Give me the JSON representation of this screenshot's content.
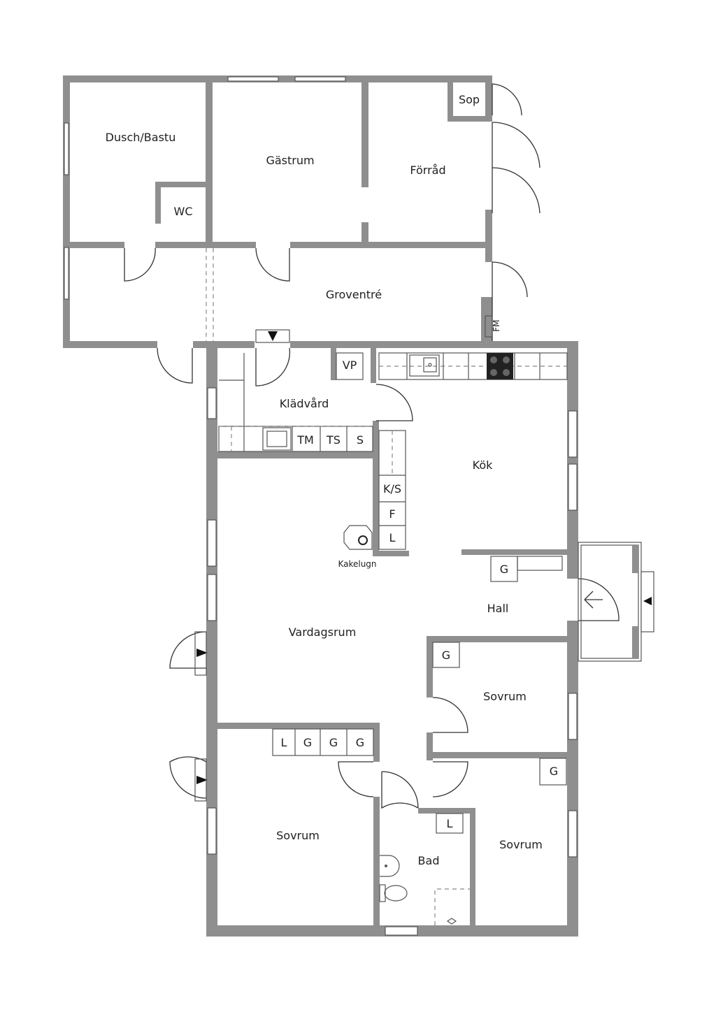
{
  "rooms": {
    "dusch_bastu": "Dusch/Bastu",
    "wc": "WC",
    "gastrum": "Gästrum",
    "forrad": "Förråd",
    "sop": "Sop",
    "groventre": "Groventré",
    "fm": "FM",
    "vp": "VP",
    "kladvard": "Klädvård",
    "kok": "Kök",
    "vardagsrum": "Vardagsrum",
    "kakelugn": "Kakelugn",
    "hall": "Hall",
    "sovrum_east": "Sovrum",
    "sovrum_west": "Sovrum",
    "sovrum_southeast": "Sovrum",
    "bad": "Bad"
  },
  "fixtures": {
    "tm": "TM",
    "ts": "TS",
    "s": "S",
    "ks": "K/S",
    "f": "F",
    "l_kitchen": "L",
    "g_hall": "G",
    "g_sovrum_east": "G",
    "g_sovrum_se": "G",
    "l_bad": "L",
    "storage_row": [
      "L",
      "G",
      "G",
      "G"
    ]
  },
  "colors": {
    "wall": "#8f8f8f",
    "background": "#ffffff"
  }
}
